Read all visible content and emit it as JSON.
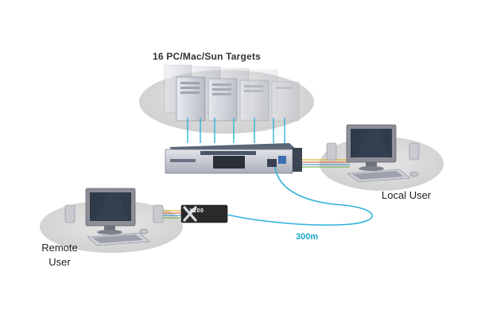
{
  "labels": {
    "targets": "16 PC/Mac/Sun Targets",
    "local_user": "Local User",
    "remote_user_line1": "Remote",
    "remote_user_line2": "User",
    "distance": "300m",
    "extender_brand": "X200"
  },
  "colors": {
    "cable": "#2fb3d9",
    "cluster": "#d6d6d6",
    "switch_body": "#c9cbd1",
    "switch_dark": "#505a6a",
    "extender_body": "#2a2a2a",
    "monitor_body": "#8e8e96",
    "monitor_screen": "#2f3a4a",
    "speaker": "#c8cad0"
  },
  "icons": {
    "targets": "server-tower-icon",
    "switch": "kvm-switch-icon",
    "extender": "kvm-extender-icon",
    "local_workstation": "workstation-icon",
    "remote_workstation": "workstation-icon"
  }
}
